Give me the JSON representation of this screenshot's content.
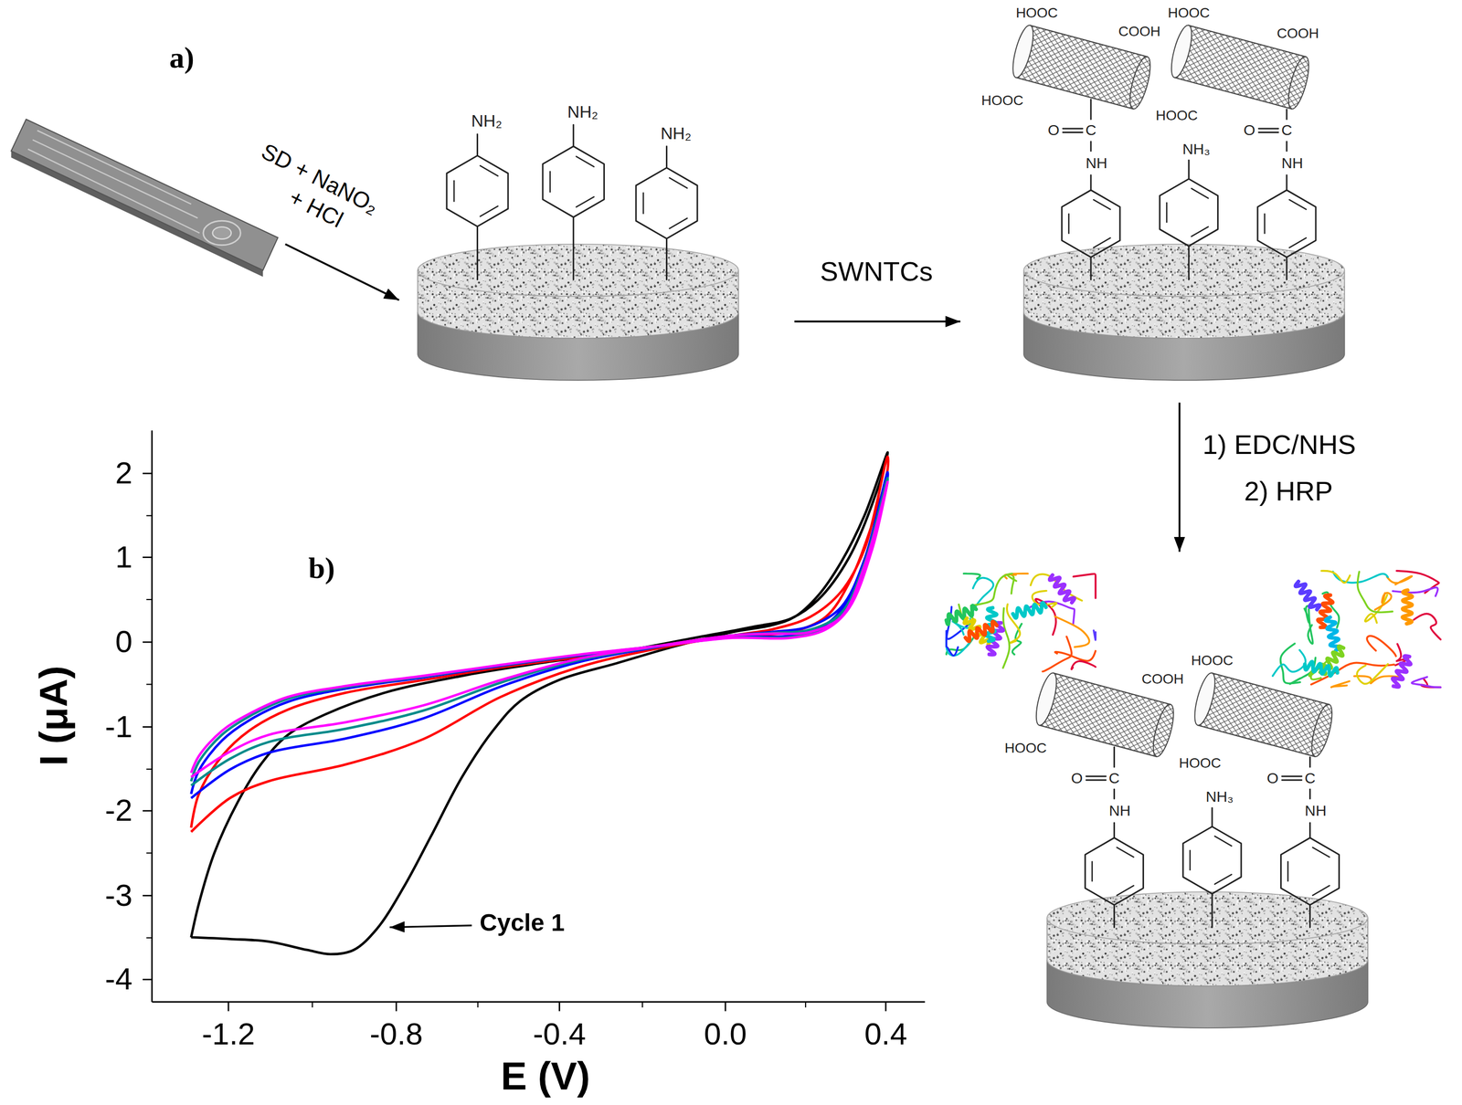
{
  "diagram": {
    "labels": [
      "a)",
      "SD + NaNO₂",
      "+ HCl",
      "NH₂",
      "NH₂",
      "NH₂",
      "SWNTCs",
      "HOOC",
      "COOH",
      "HOOC",
      "O",
      "C",
      "NH",
      "NH₃",
      "HOOC",
      "COOH",
      "HOOC",
      "O",
      "C",
      "NH",
      "1) EDC/NHS",
      "2) HRP",
      "COOH",
      "HOOC",
      "O",
      "C",
      "NH",
      "NH₃",
      "HOOC",
      "HOOC",
      "O",
      "C",
      "NH",
      "b)",
      "2",
      "1",
      "0",
      "-1",
      "-2",
      "-3",
      "-4",
      "-1.2",
      "-0.8",
      "-0.4",
      "0.0",
      "0.4",
      "I (μA)",
      "E (V)",
      "Cycle 1"
    ]
  }
}
